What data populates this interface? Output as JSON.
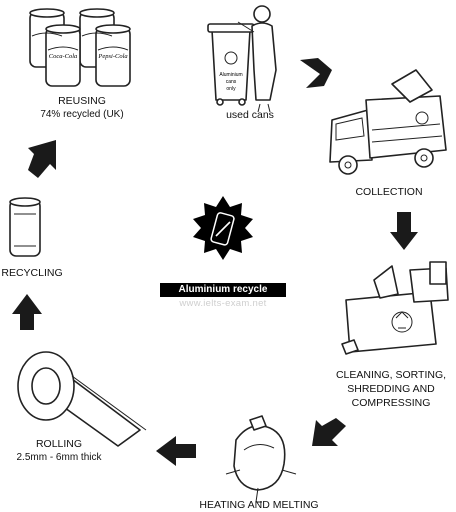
{
  "diagram": {
    "center_title": "Aluminium recycle",
    "watermark": "www.ielts-exam.net",
    "stages": {
      "used_cans": {
        "label": "used cans"
      },
      "collection": {
        "label": "COLLECTION"
      },
      "cleaning": {
        "line1": "CLEANING, SORTING,",
        "line2": "SHREDDING AND",
        "line3": "COMPRESSING"
      },
      "heating": {
        "label": "HEATING AND MELTING"
      },
      "rolling": {
        "label": "ROLLING",
        "detail": "2.5mm - 6mm thick"
      },
      "recycling": {
        "label": "RECYCLING"
      },
      "reusing": {
        "label": "REUSING",
        "detail": "74% recycled (UK)"
      }
    },
    "illustration_text": {
      "bin_text_line1": "Aluminium",
      "bin_text_line2": "cans",
      "bin_text_line3": "only",
      "can_brand_1": "Coca-Cola",
      "can_brand_2": "Pepsi-Cola"
    },
    "colors": {
      "ink": "#222222",
      "arrow": "#1a1a1a",
      "label_bg": "#000000",
      "watermark": "#cfcfcf"
    }
  }
}
